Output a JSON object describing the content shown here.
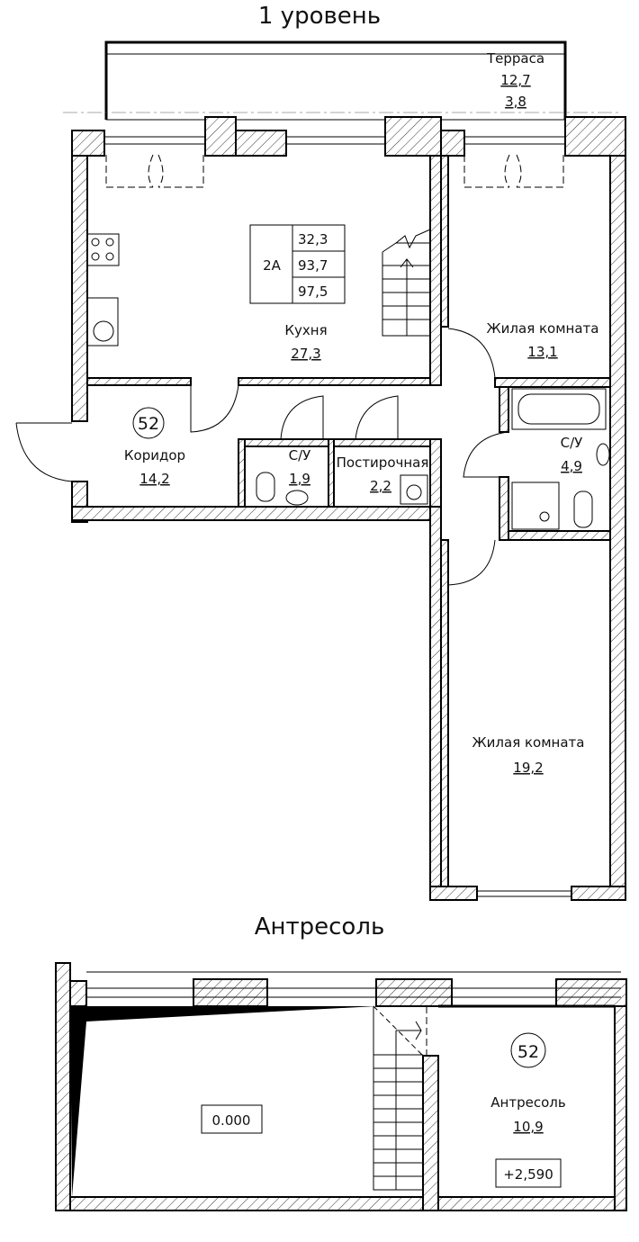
{
  "titles": {
    "level1": "1 уровень",
    "mezzanine": "Антресоль"
  },
  "apartment": {
    "type": "2А",
    "living_area": "32,3",
    "total_area": "93,7",
    "total_with_terrace": "97,5",
    "number": "52"
  },
  "rooms": {
    "terrace": {
      "name": "Терраса",
      "area": "12,7",
      "coef": "3,8"
    },
    "kitchen": {
      "name": "Кухня",
      "area": "27,3"
    },
    "living1": {
      "name": "Жилая комната",
      "area": "13,1"
    },
    "corridor": {
      "name": "Коридор",
      "area": "14,2"
    },
    "wc": {
      "name": "С/У",
      "area": "1,9"
    },
    "laundry": {
      "name": "Постирочная",
      "area": "2,2"
    },
    "bath": {
      "name": "С/У",
      "area": "4,9"
    },
    "living2": {
      "name": "Жилая комната",
      "area": "19,2"
    }
  },
  "mezzanine": {
    "name": "Антресоль",
    "area": "10,9",
    "number": "52",
    "level_void": "0.000",
    "level_mezz": "+2,590"
  }
}
